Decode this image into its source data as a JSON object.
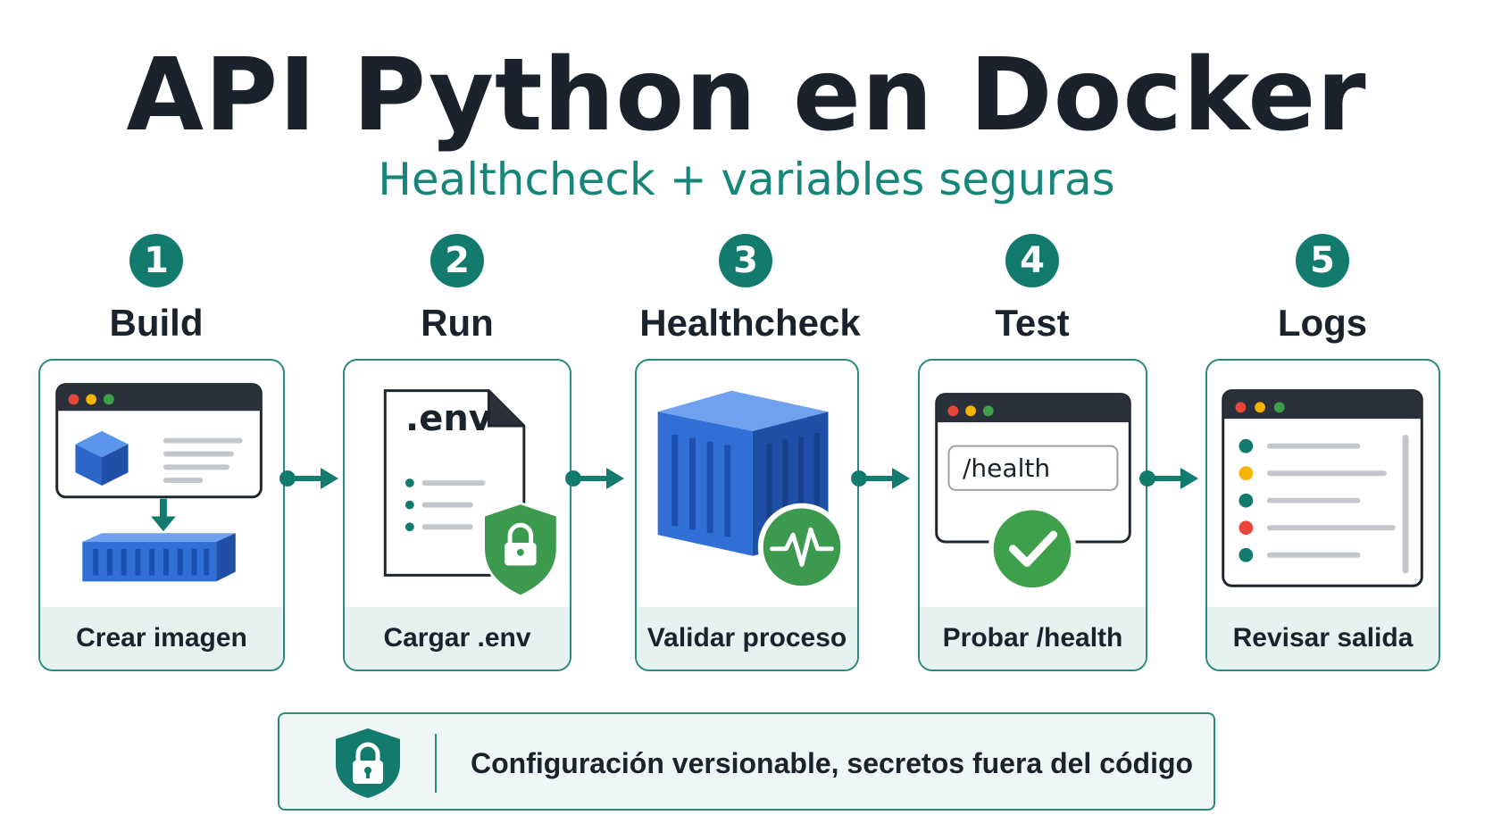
{
  "header": {
    "title": "API Python en Docker",
    "subtitle": "Healthcheck + variables seguras"
  },
  "steps": [
    {
      "number": "1",
      "title": "Build",
      "caption": "Crear imagen"
    },
    {
      "number": "2",
      "title": "Run",
      "caption": "Cargar .env",
      "file_label": ".env"
    },
    {
      "number": "3",
      "title": "Healthcheck",
      "caption": "Validar proceso"
    },
    {
      "number": "4",
      "title": "Test",
      "caption": "Probar /health",
      "url_value": "/health"
    },
    {
      "number": "5",
      "title": "Logs",
      "caption": "Revisar salida"
    }
  ],
  "footer": {
    "text": "Configuración versionable, secretos fuera del código",
    "icon": "shield-lock-icon"
  },
  "colors": {
    "teal": "#137a6e",
    "teal_light": "#e5f2ef",
    "docker_blue": "#2f6fd6",
    "success_green": "#3ea04a",
    "dark": "#1a222d"
  }
}
